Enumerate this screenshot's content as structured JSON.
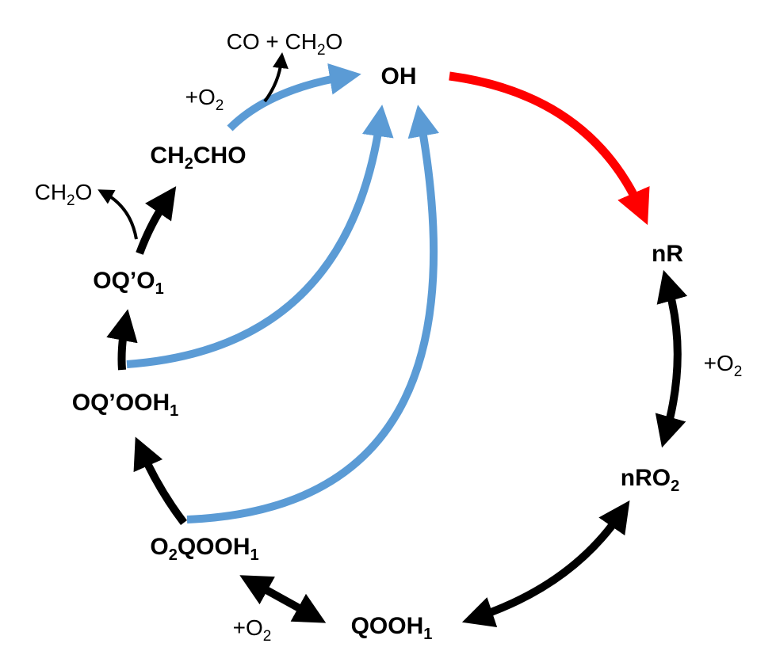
{
  "colors": {
    "black_arrow": "#000000",
    "blue_arrow": "#5b9bd5",
    "red_arrow": "#ff0000",
    "text": "#000000"
  },
  "species": {
    "oh": "OH",
    "nr": "nR",
    "nro2": {
      "main": "nRO",
      "sub": "2"
    },
    "qooh1": {
      "main": "QOOH",
      "sub": "1"
    },
    "o2qooh1": {
      "pre": "O",
      "pre_sub": "2",
      "main": "QOOH",
      "sub": "1"
    },
    "oqooh1": {
      "main": "OQ’OOH",
      "sub": "1"
    },
    "oqo1": {
      "main": "OQ’O",
      "sub": "1"
    },
    "ch2cho": {
      "pre": "CH",
      "pre_sub": "2",
      "main": "CHO"
    }
  },
  "side_labels": {
    "o2_top": {
      "main": "+O",
      "sub": "2"
    },
    "o2_right": {
      "main": "+O",
      "sub": "2"
    },
    "o2_bottom": {
      "main": "+O",
      "sub": "2"
    },
    "co_ch2o": {
      "main": "CO + CH",
      "sub": "2",
      "tail": "O"
    },
    "ch2o": {
      "main": "CH",
      "sub": "2",
      "tail": "O"
    }
  }
}
